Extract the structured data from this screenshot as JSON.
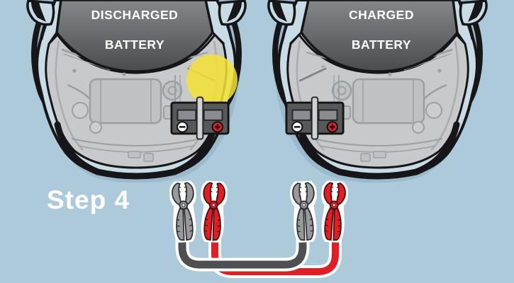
{
  "step_label": "Step 4",
  "cars": {
    "left": {
      "windshield_label": [
        "DISCHARGED",
        "BATTERY"
      ],
      "battery_side": "right",
      "highlight": "unpainted-metal-ground-point"
    },
    "right": {
      "windshield_label": [
        "CHARGED",
        "BATTERY"
      ],
      "battery_side": "left"
    }
  },
  "battery": {
    "negative_symbol": "−",
    "positive_symbol": "+"
  },
  "cables": {
    "clamp_order_left_to_right": [
      "gray",
      "red",
      "gray",
      "red"
    ],
    "gray_cable_connects": [
      "left-gray-clamp",
      "right-gray-clamp"
    ],
    "red_cable_connects": [
      "left-red-clamp",
      "right-red-clamp"
    ]
  },
  "colors": {
    "background": "#adcadb",
    "shadow": "#9cbacc",
    "car-body": "#c9dce6",
    "outline": "#161618",
    "engine-bay": "#c7c9cb",
    "engine-line": "#9aa0a3",
    "engine-part": "#bfc1c3",
    "windshield-top": "#85878b",
    "windshield-bottom": "#4a4b4d",
    "battery-body": "#57585a",
    "battery-cell": "#8a8c8f",
    "battery-strap": "#cfd1d3",
    "terminal-positive": "#d7252d",
    "highlight-yellow": "#f4e334",
    "cable-gray": "#4e4f52",
    "cable-red": "#e01e26",
    "clamp-gray": "#97999c",
    "clamp-red": "#e01e26",
    "text-white": "#ffffff"
  }
}
